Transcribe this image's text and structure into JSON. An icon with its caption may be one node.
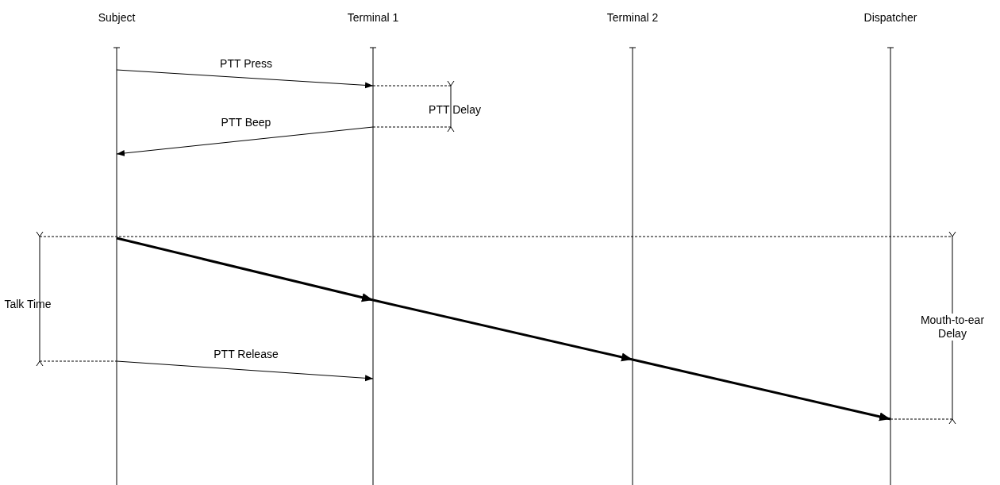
{
  "diagram": {
    "nodes": [
      {
        "text": [
          "Subject"
        ]
      },
      {
        "text": [
          "Terminal 1"
        ]
      },
      {
        "text": [
          "Terminal 2"
        ]
      },
      {
        "text": [
          "Dispatcher"
        ]
      }
    ],
    "edges": [
      {
        "from": 0,
        "to": 1,
        "arrow": "to",
        "label": "PTT Press"
      },
      {
        "from": 1,
        "to": 0,
        "arrow": "to",
        "label": "PTT Beep"
      },
      {
        "from": 0,
        "to": 1,
        "arrow": "to",
        "style": "thick"
      },
      {
        "from": 1,
        "to": 2,
        "arrow": "to",
        "style": "thick"
      },
      {
        "from": 2,
        "to": 3,
        "arrow": "to",
        "style": "thick"
      },
      {
        "from": 0,
        "to": 1,
        "arrow": "to",
        "label": "PTT Release"
      }
    ],
    "labels": [
      "PTT Delay",
      "Talk Time",
      "Mouth-to-ear Delay"
    ]
  }
}
